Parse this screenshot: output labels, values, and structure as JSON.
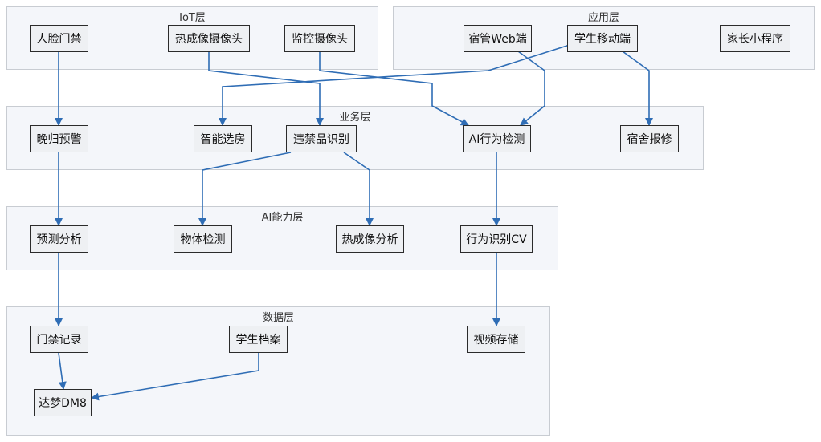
{
  "layers": {
    "iot": "IoT层",
    "app": "应用层",
    "business": "业务层",
    "ai": "AI能力层",
    "data": "数据层"
  },
  "nodes": {
    "face_gate": "人脸门禁",
    "thermal_camera": "热成像摄像头",
    "monitor_camera": "监控摄像头",
    "dorm_web": "宿管Web端",
    "student_mobile": "学生移动端",
    "parent_miniapp": "家长小程序",
    "late_return_alert": "晚归预警",
    "smart_room_select": "智能选房",
    "contraband_detect": "违禁品识别",
    "ai_behavior_detect": "AI行为检测",
    "dorm_repair": "宿舍报修",
    "prediction_analysis": "预测分析",
    "object_detect": "物体检测",
    "thermal_analysis": "热成像分析",
    "behavior_cv": "行为识别CV",
    "access_records": "门禁记录",
    "student_files": "学生档案",
    "video_storage": "视频存储",
    "dameng_db": "达梦DM8"
  },
  "edges": [
    [
      "face_gate",
      "late_return_alert"
    ],
    [
      "thermal_camera",
      "contraband_detect"
    ],
    [
      "monitor_camera",
      "ai_behavior_detect"
    ],
    [
      "dorm_web",
      "ai_behavior_detect"
    ],
    [
      "student_mobile",
      "smart_room_select"
    ],
    [
      "student_mobile",
      "dorm_repair"
    ],
    [
      "late_return_alert",
      "prediction_analysis"
    ],
    [
      "contraband_detect",
      "object_detect"
    ],
    [
      "contraband_detect",
      "thermal_analysis"
    ],
    [
      "ai_behavior_detect",
      "behavior_cv"
    ],
    [
      "prediction_analysis",
      "access_records"
    ],
    [
      "behavior_cv",
      "video_storage"
    ],
    [
      "access_records",
      "dameng_db"
    ],
    [
      "student_files",
      "dameng_db"
    ]
  ],
  "colors": {
    "edge": "#2f6db5",
    "group_fill": "#f4f6fa",
    "group_border": "#c8ccd2",
    "node_fill": "#eef0f3",
    "node_border": "#2b2b2b"
  }
}
